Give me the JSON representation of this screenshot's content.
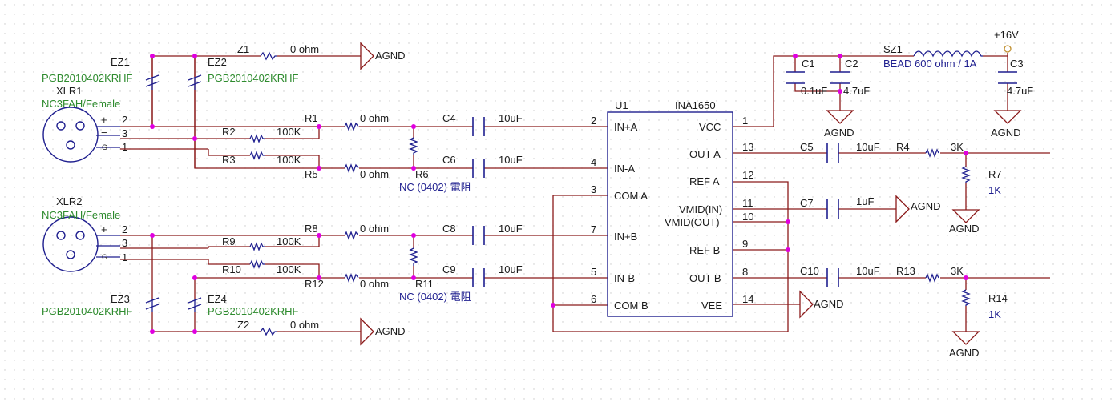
{
  "grid": {
    "color": "#c8c8c8"
  },
  "colors": {
    "wire": "#8b1a1a",
    "component": "#1f1f8f",
    "junction": "#e000e0",
    "part_value": "#2e8b2e",
    "text": "#1a1a1a"
  },
  "xlr1": {
    "ref": "XLR1",
    "part": "NC3FAH/Female",
    "pins": [
      "2",
      "3",
      "1"
    ],
    "signs": [
      "+",
      "−",
      "G"
    ]
  },
  "xlr2": {
    "ref": "XLR2",
    "part": "NC3FAH/Female",
    "pins": [
      "2",
      "3",
      "1"
    ],
    "signs": [
      "+",
      "−",
      "G"
    ]
  },
  "ez1": {
    "ref": "EZ1",
    "part": "PGB2010402KRHF"
  },
  "ez2": {
    "ref": "EZ2",
    "part": "PGB2010402KRHF"
  },
  "ez3": {
    "ref": "EZ3",
    "part": "PGB2010402KRHF"
  },
  "ez4": {
    "ref": "EZ4",
    "part": "PGB2010402KRHF"
  },
  "z1": {
    "ref": "Z1",
    "value": "0 ohm"
  },
  "z2": {
    "ref": "Z2",
    "value": "0 ohm"
  },
  "r1": {
    "ref": "R1",
    "value": "0 ohm"
  },
  "r2": {
    "ref": "R2",
    "value": "100K"
  },
  "r3": {
    "ref": "R3",
    "value": "100K"
  },
  "r5": {
    "ref": "R5",
    "value": "0 ohm"
  },
  "r6": {
    "ref": "R6",
    "value": "NC (0402) 電阻"
  },
  "r8": {
    "ref": "R8",
    "value": "0 ohm"
  },
  "r9": {
    "ref": "R9",
    "value": "100K"
  },
  "r10": {
    "ref": "R10",
    "value": "100K"
  },
  "r11": {
    "ref": "R11",
    "value": "NC (0402) 電阻"
  },
  "r12": {
    "ref": "R12",
    "value": "0 ohm"
  },
  "c4": {
    "ref": "C4",
    "value": "10uF"
  },
  "c6": {
    "ref": "C6",
    "value": "10uF"
  },
  "c8": {
    "ref": "C8",
    "value": "10uF"
  },
  "c9": {
    "ref": "C9",
    "value": "10uF"
  },
  "u1": {
    "ref": "U1",
    "part": "INA1650",
    "left_pins": [
      {
        "num": "2",
        "name": "IN+A"
      },
      {
        "num": "4",
        "name": "IN-A"
      },
      {
        "num": "3",
        "name": "COM A"
      },
      {
        "num": "7",
        "name": "IN+B"
      },
      {
        "num": "5",
        "name": "IN-B"
      },
      {
        "num": "6",
        "name": "COM B"
      }
    ],
    "right_pins": [
      {
        "num": "1",
        "name": "VCC"
      },
      {
        "num": "13",
        "name": "OUT A"
      },
      {
        "num": "12",
        "name": "REF A"
      },
      {
        "num": "11",
        "name": "VMID(IN)"
      },
      {
        "num": "10",
        "name": "VMID(OUT)"
      },
      {
        "num": "9",
        "name": "REF B"
      },
      {
        "num": "8",
        "name": "OUT B"
      },
      {
        "num": "14",
        "name": "VEE"
      }
    ]
  },
  "power": {
    "vcc_label": "+16V",
    "sz1": {
      "ref": "SZ1",
      "value": "BEAD 600 ohm / 1A"
    },
    "c1": {
      "ref": "C1",
      "value": "0.1uF"
    },
    "c2": {
      "ref": "C2",
      "value": "4.7uF"
    },
    "c3": {
      "ref": "C3",
      "value": "4.7uF"
    }
  },
  "c5": {
    "ref": "C5",
    "value": "10uF"
  },
  "c7": {
    "ref": "C7",
    "value": "1uF"
  },
  "c10": {
    "ref": "C10",
    "value": "10uF"
  },
  "r4": {
    "ref": "R4",
    "value": "3K"
  },
  "r7": {
    "ref": "R7",
    "value": "1K"
  },
  "r13": {
    "ref": "R13",
    "value": "3K"
  },
  "r14": {
    "ref": "R14",
    "value": "1K"
  },
  "agnd": "AGND"
}
